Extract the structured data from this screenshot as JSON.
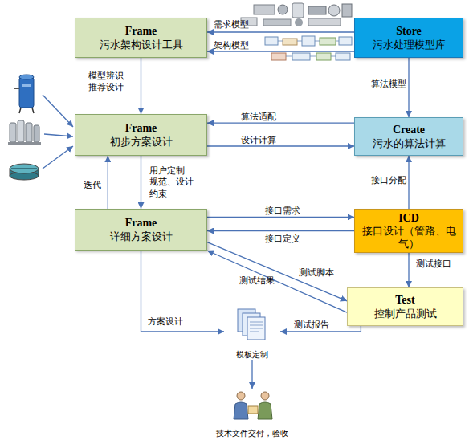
{
  "diagram": {
    "nodes": [
      {
        "text": [
          "Frame",
          "污水架构设计工具"
        ]
      },
      {
        "text": [
          "Store",
          "污水处理模型库"
        ]
      },
      {
        "text": [
          "Frame",
          "初步方案设计"
        ]
      },
      {
        "text": [
          "Create",
          "污水的算法计算"
        ]
      },
      {
        "text": [
          "Frame",
          "详细方案设计"
        ]
      },
      {
        "text": [
          "ICD",
          "接口设计（管路、电气）"
        ]
      },
      {
        "text": [
          "Test",
          "控制产品测试"
        ]
      },
      {
        "text": [
          "模板定制"
        ]
      },
      {
        "text": [
          "技术文件交付，验收"
        ]
      }
    ],
    "edges": [
      {
        "from": 1,
        "to": 0,
        "label": "需求模型",
        "arrow": "to"
      },
      {
        "from": 1,
        "to": 0,
        "label": "架构模型",
        "arrow": "to"
      },
      {
        "from": 0,
        "to": 2,
        "label": "模型辨识 推荐设计",
        "arrow": "to"
      },
      {
        "from": 1,
        "to": 3,
        "label": "算法模型",
        "arrow": "to"
      },
      {
        "from": 3,
        "to": 2,
        "label": "算法适配",
        "arrow": "to"
      },
      {
        "from": 2,
        "to": 3,
        "label": "设计计算",
        "arrow": "to"
      },
      {
        "from": 2,
        "to": 4,
        "label": "用户定制 规范、设计 约束",
        "arrow": "to"
      },
      {
        "from": 4,
        "to": 2,
        "label": "迭代",
        "arrow": "to"
      },
      {
        "from": 4,
        "to": 5,
        "label": "接口需求",
        "arrow": "to"
      },
      {
        "from": 5,
        "to": 4,
        "label": "接口定义",
        "arrow": "to"
      },
      {
        "from": 5,
        "to": 3,
        "label": "接口分配",
        "arrow": "to"
      },
      {
        "from": 5,
        "to": 6,
        "label": "测试接口",
        "arrow": "to"
      },
      {
        "from": 4,
        "to": 6,
        "label": "测试脚本",
        "arrow": "to"
      },
      {
        "from": 6,
        "to": 4,
        "label": "测试结果",
        "arrow": "to"
      },
      {
        "from": 4,
        "to": 7,
        "label": "方案设计",
        "arrow": "to"
      },
      {
        "from": 6,
        "to": 7,
        "label": "测试报告",
        "arrow": "to"
      },
      {
        "from": 7,
        "to": 8,
        "arrow": "to"
      }
    ]
  }
}
